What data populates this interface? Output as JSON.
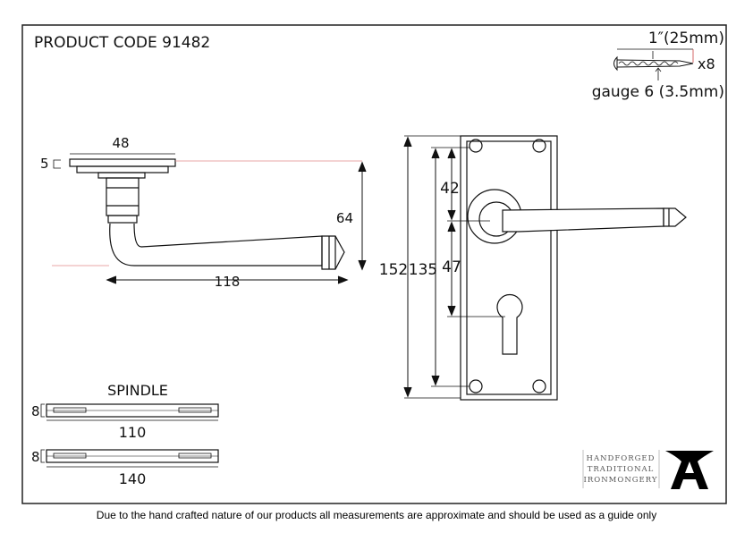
{
  "title": "PRODUCT CODE 91482",
  "screw": {
    "length": "1″(25mm)",
    "quantity": "x8",
    "gauge": "gauge 6 (3.5mm)"
  },
  "side_view": {
    "rose_width": "48",
    "rose_thickness": "5",
    "height": "64",
    "length": "118"
  },
  "front_view": {
    "total_height": "152",
    "fixing_centres": "135",
    "top_to_lever": "42",
    "lever_to_keyhole": "47"
  },
  "spindle": {
    "heading": "SPINDLE",
    "size": "8",
    "short_length": "110",
    "long_size": "8",
    "long_length": "140"
  },
  "logo": {
    "line1": "HANDFORGED",
    "line2": "TRADITIONAL",
    "line3": "IRONMONGERY"
  },
  "footer": "Due to the hand crafted nature of our products all measurements are approximate and should be used as a guide only"
}
